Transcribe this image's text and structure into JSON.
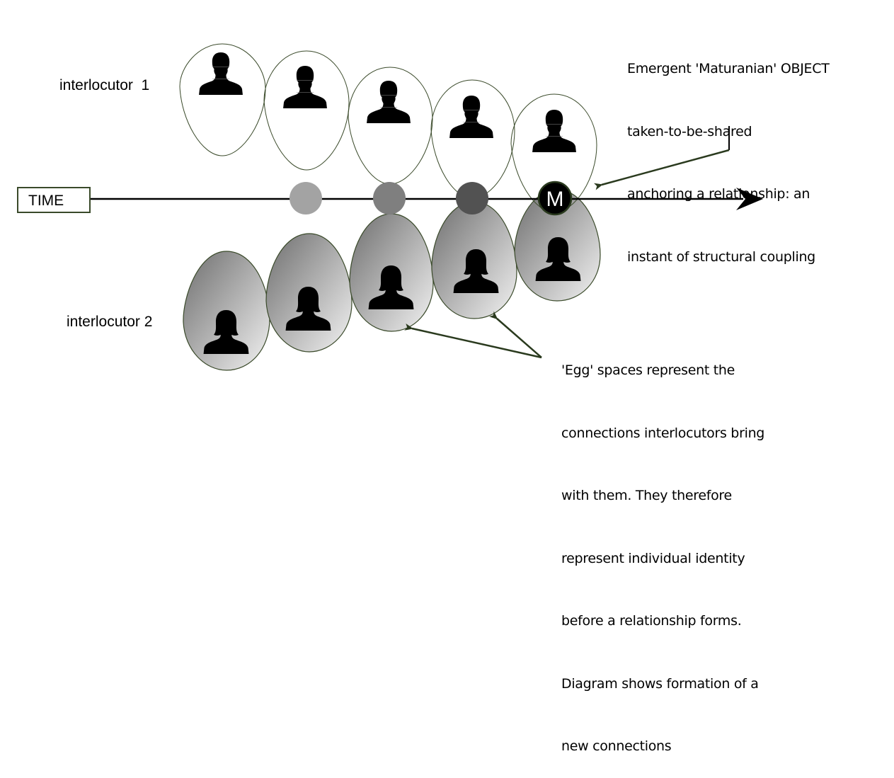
{
  "labels": {
    "time": "TIME",
    "interlocutor_1": "interlocutor  1",
    "interlocutor_2": "interlocutor 2",
    "object_marker": "M"
  },
  "annotations": {
    "top_note": [
      "Emergent 'Maturanian' OBJECT",
      "taken-to-be-shared",
      "anchoring a relationship: an",
      "instant of structural coupling"
    ],
    "bottom_note": [
      "'Egg' spaces represent the",
      "connections interlocutors bring",
      "with them. They therefore",
      "represent individual identity",
      "before a relationship forms.",
      "Diagram shows formation of a",
      "new connections"
    ]
  },
  "colors": {
    "outline": "#3a4a2a",
    "arrow": "#2a3a1e",
    "dot_1": "#a3a3a3",
    "dot_2": "#7f7f7f",
    "dot_3": "#525252",
    "dot_4": "#000000",
    "egg_grad_dark": "#7a7a7a",
    "egg_grad_light": "#ececec"
  },
  "sequence": {
    "steps": 5,
    "interlocutor_1_icon": "male-person-silhouette-icon",
    "interlocutor_2_icon": "female-person-silhouette-icon",
    "connection_dots": [
      "light-gray",
      "mid-gray",
      "dark-gray",
      "black-with-M"
    ]
  }
}
